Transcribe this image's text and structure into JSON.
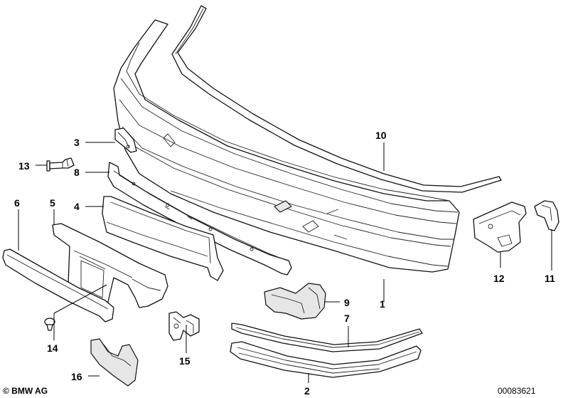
{
  "callouts": [
    "1",
    "2",
    "3",
    "4",
    "5",
    "6",
    "7",
    "8",
    "9",
    "10",
    "11",
    "12",
    "13",
    "14",
    "15",
    "16"
  ],
  "copyright": "© BMW AG",
  "document_id": "00083621"
}
